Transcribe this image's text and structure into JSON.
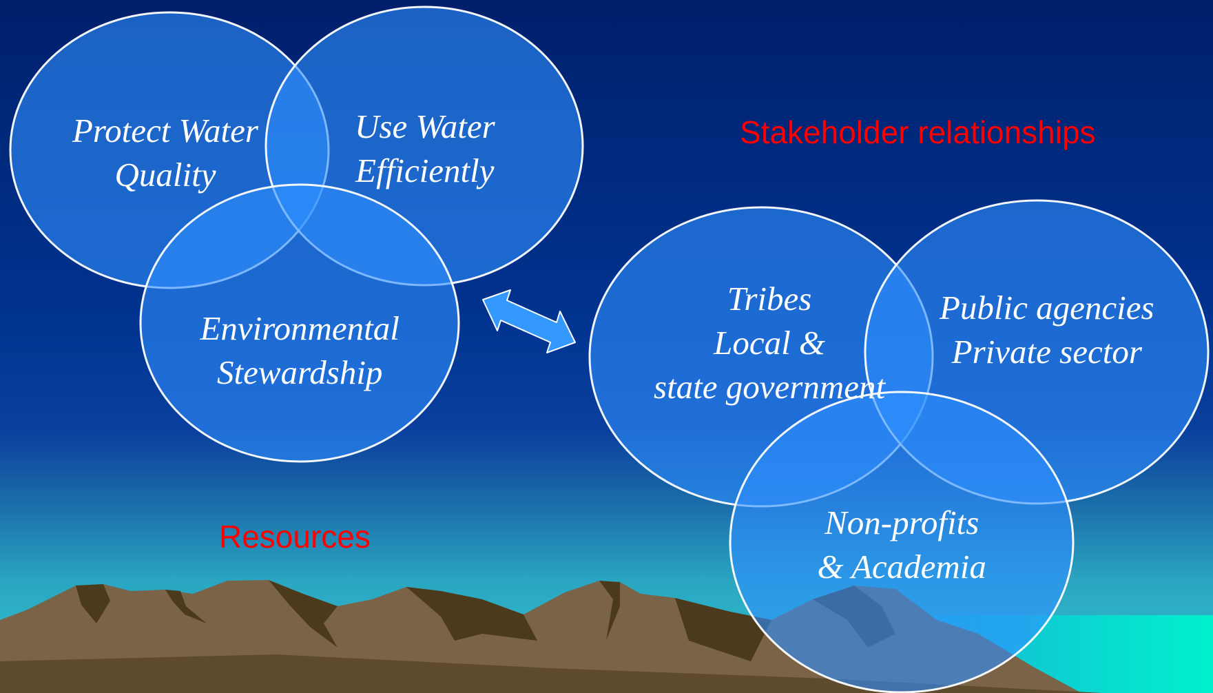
{
  "colors": {
    "heading": "#ff0000",
    "circle_fill": "#2f8fff",
    "circle_stroke": "#ffffff",
    "label_text": "#ffffff",
    "arrow": "#3399ff"
  },
  "headings": {
    "stakeholder": "Stakeholder relationships",
    "resources": "Resources"
  },
  "resources_venn": {
    "circles": [
      {
        "lines": [
          "Protect Water",
          "Quality"
        ]
      },
      {
        "lines": [
          "Use Water",
          "Efficiently"
        ]
      },
      {
        "lines": [
          "Environmental",
          "Stewardship"
        ]
      }
    ]
  },
  "stakeholder_venn": {
    "circles": [
      {
        "lines": [
          "Tribes",
          "Local &",
          "state government"
        ]
      },
      {
        "lines": [
          "Public agencies",
          "Private sector"
        ]
      },
      {
        "lines": [
          "Non-profits",
          "& Academia"
        ]
      }
    ]
  },
  "connector": {
    "icon": "double-arrow-icon"
  }
}
